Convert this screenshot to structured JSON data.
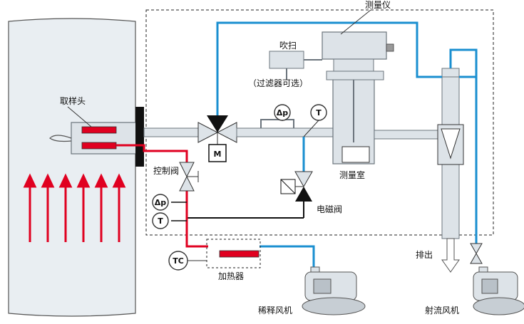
{
  "labels": {
    "analyzer": "测量仪",
    "purge": "吹扫",
    "purge_note": "（过滤器可选）",
    "sampling_probe": "取样头",
    "measuring_chamber": "测量室",
    "control_valve": "控制阀",
    "solenoid_valve": "电磁阀",
    "heater": "加热器",
    "dilution_fan": "稀释风机",
    "jet_fan": "射流风机",
    "exhaust": "排出",
    "motor": "M",
    "dp": "Δp",
    "temp": "T",
    "tc": "TC"
  },
  "colors": {
    "blue_line": "#1a8fd0",
    "red_line": "#e00020",
    "pipe_fill": "#dde3e8",
    "pipe_stroke": "#6b747c",
    "duct_fill": "#e9eef2",
    "dark": "#111111"
  },
  "icons": [
    "motor-valve-icon",
    "blower-icon",
    "flow-meter-icon",
    "arrow-up-icon",
    "arrow-down-icon"
  ]
}
